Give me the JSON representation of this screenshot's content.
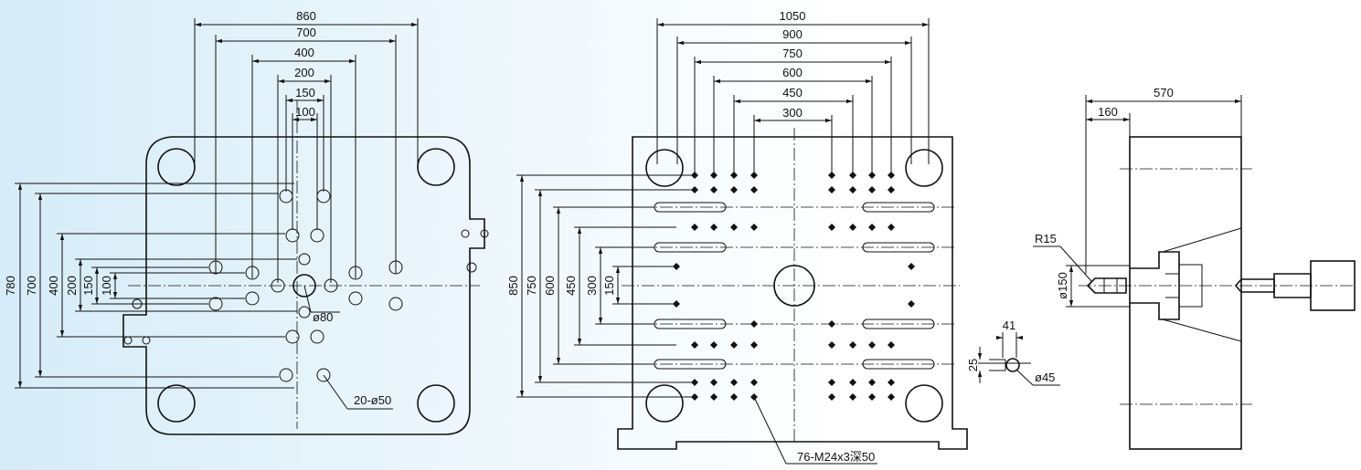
{
  "colors": {
    "background_from": "#d6ecf8",
    "background_to": "#ffffff",
    "plate_tint": "#bcd8ee",
    "line": "#111111"
  },
  "moving_platen": {
    "horizontal_dims": [
      "860",
      "700",
      "400",
      "200",
      "150",
      "100"
    ],
    "vertical_dims": [
      "780",
      "700",
      "400",
      "200",
      "150",
      "100"
    ],
    "center_hole": "ø80",
    "holes_callout": "20-ø50"
  },
  "fixed_platen": {
    "horizontal_dims": [
      "1050",
      "900",
      "750",
      "600",
      "450",
      "300"
    ],
    "vertical_dims": [
      "850",
      "750",
      "600",
      "450",
      "300",
      "150"
    ],
    "threads_callout": "76-M24x3深50"
  },
  "slot_detail": {
    "width": "41",
    "height": "25",
    "diameter": "ø45"
  },
  "nozzle_view": {
    "overall": "570",
    "offset": "160",
    "radius": "R15",
    "diameter": "ø150"
  }
}
